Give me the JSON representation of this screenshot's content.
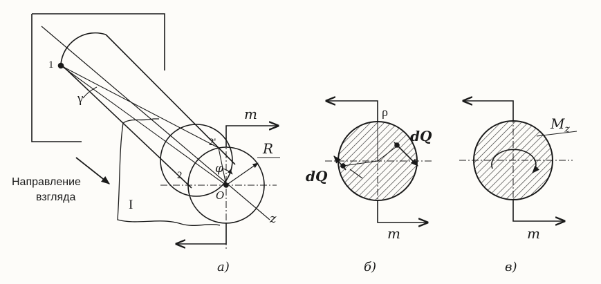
{
  "figure_a": {
    "point_1": "1",
    "point_2": "2",
    "point_2p": "2'",
    "angle_gamma": "γ",
    "angle_phi": "φ",
    "label_m": "m",
    "label_R": "R",
    "label_O": "O",
    "label_z": "z",
    "label_I": "I",
    "view_line1": "Направление",
    "view_line2": "взгляда",
    "caption": "а)"
  },
  "figure_b": {
    "label_rho": "ρ",
    "label_dQ_right": "dQ",
    "label_dQ_left": "dQ",
    "label_m": "m",
    "caption": "б)"
  },
  "figure_c": {
    "label_Mz": "M",
    "label_Mz_sub": "z",
    "label_m": "m",
    "caption": "в)"
  },
  "colors": {
    "ink": "#1a1a1a",
    "paper": "#fdfcf9"
  }
}
